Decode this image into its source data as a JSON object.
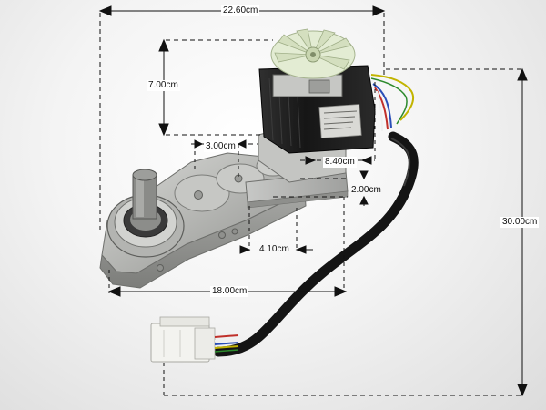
{
  "dimensions": {
    "overall_width": "22.60cm",
    "motor_height": "7.00cm",
    "shaft_spacing": "3.00cm",
    "motor_offset": "8.40cm",
    "plate_step": "2.00cm",
    "gear_step": "4.10cm",
    "housing_length": "18.00cm",
    "overall_height": "30.00cm"
  },
  "colors": {
    "dimension_line": "#111111",
    "aluminium": "#b9bab7",
    "motor_body": "#1c1c1c",
    "fan": "#dfe8cf",
    "connector": "#f2f2ee"
  }
}
